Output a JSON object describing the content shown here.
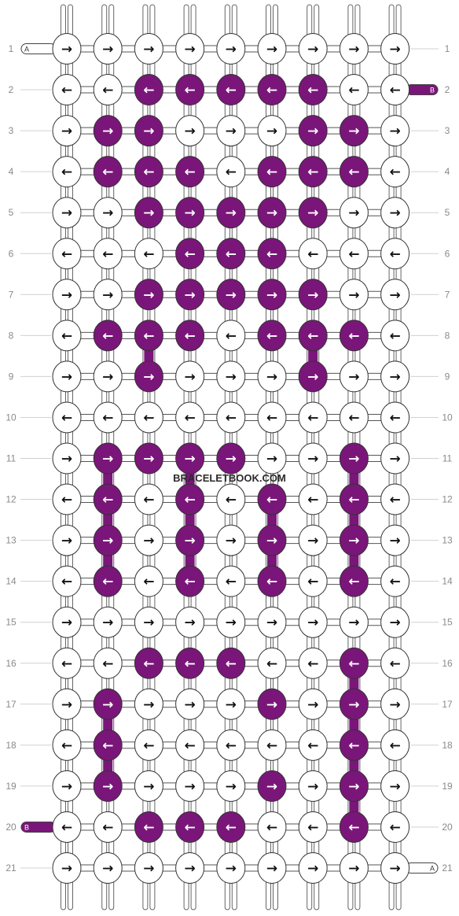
{
  "watermark": "BRACELETBOOK.COM",
  "colors": {
    "A": "#ffffff",
    "B": "#7a1679",
    "outline": "#333333",
    "line": "#9a9a9a",
    "label": "#8a8a8a"
  },
  "strands": {
    "A_label": "A",
    "B_label": "B"
  },
  "rows": [
    {
      "label": "1",
      "dir": "R",
      "knots": "AAAAAAAAA"
    },
    {
      "label": "2",
      "dir": "L",
      "knots": "AABBBBBAA"
    },
    {
      "label": "3",
      "dir": "R",
      "knots": "ABBAAABBA"
    },
    {
      "label": "4",
      "dir": "L",
      "knots": "ABBBABBBA"
    },
    {
      "label": "5",
      "dir": "R",
      "knots": "AABBBBBAA"
    },
    {
      "label": "6",
      "dir": "L",
      "knots": "AAABBBAAA"
    },
    {
      "label": "7",
      "dir": "R",
      "knots": "AABBBBBAA"
    },
    {
      "label": "8",
      "dir": "L",
      "knots": "ABBBABBBA"
    },
    {
      "label": "9",
      "dir": "R",
      "knots": "AABAAABAA"
    },
    {
      "label": "10",
      "dir": "L",
      "knots": "AAAAAAAAA"
    },
    {
      "label": "11",
      "dir": "R",
      "knots": "ABBBBAABA"
    },
    {
      "label": "12",
      "dir": "L",
      "knots": "ABABABABA"
    },
    {
      "label": "13",
      "dir": "R",
      "knots": "ABABABABA"
    },
    {
      "label": "14",
      "dir": "L",
      "knots": "ABABABABA"
    },
    {
      "label": "15",
      "dir": "R",
      "knots": "AAAAAAAAA"
    },
    {
      "label": "16",
      "dir": "L",
      "knots": "AABBBAABA"
    },
    {
      "label": "17",
      "dir": "R",
      "knots": "ABAAABABA"
    },
    {
      "label": "18",
      "dir": "L",
      "knots": "ABAAAAABA"
    },
    {
      "label": "19",
      "dir": "R",
      "knots": "ABAAABABA"
    },
    {
      "label": "20",
      "dir": "L",
      "knots": "AABBBAABA"
    },
    {
      "label": "21",
      "dir": "R",
      "knots": "AAAAAAAAA"
    }
  ]
}
